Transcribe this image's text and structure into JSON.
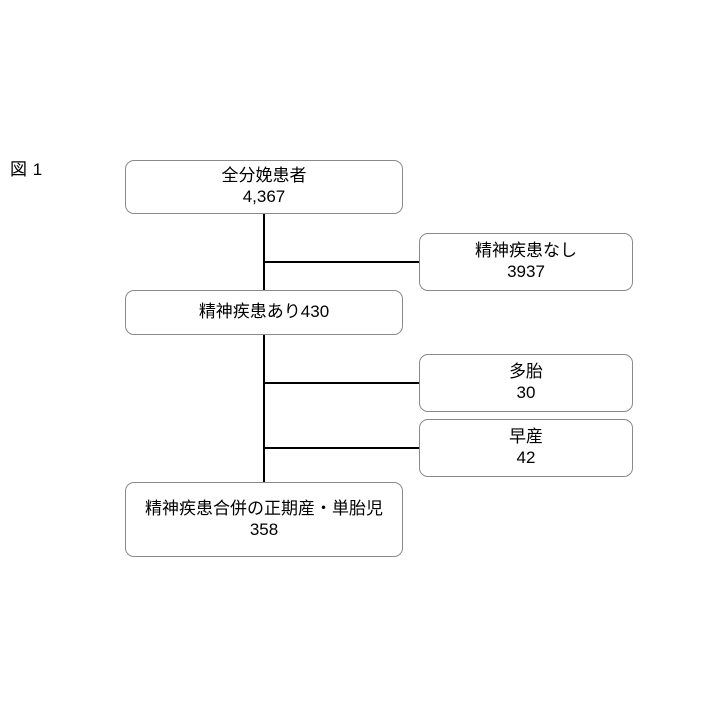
{
  "figure": {
    "label": "図 1",
    "caption_text": "図 1"
  },
  "colors": {
    "box_border": "#8a8a8a",
    "connector": "#000000",
    "text": "#000000",
    "background": "#ffffff"
  },
  "nodes": {
    "total_deliveries": {
      "title": "全分娩患者",
      "value": "4,367"
    },
    "no_psychiatric_disorder": {
      "title": "精神疾患なし",
      "value": "3937"
    },
    "with_psychiatric_disorder": {
      "title": "精神疾患あり430",
      "value": ""
    },
    "multiple_pregnancy": {
      "title": "多胎",
      "value": "30"
    },
    "preterm_birth": {
      "title": "早産",
      "value": "42"
    },
    "final_cohort": {
      "title": "精神疾患合併の正期産・単胎児",
      "value": "358"
    }
  },
  "chart_data": {
    "type": "diagram",
    "title": "図 1",
    "diagram_kind": "flowchart-exclusion-cascade",
    "orientation": "top-to-bottom with right-side exclusion branches",
    "nodes": [
      {
        "id": "total_deliveries",
        "label": "全分娩患者",
        "value": 4367,
        "value_text": "4,367",
        "column": "main",
        "order": 1
      },
      {
        "id": "no_psychiatric_disorder",
        "label": "精神疾患なし",
        "value": 3937,
        "value_text": "3937",
        "column": "branch",
        "order": 2
      },
      {
        "id": "with_psychiatric_disorder",
        "label": "精神疾患あり430",
        "value": 430,
        "value_text": "430",
        "column": "main",
        "order": 3
      },
      {
        "id": "multiple_pregnancy",
        "label": "多胎",
        "value": 30,
        "value_text": "30",
        "column": "branch",
        "order": 4
      },
      {
        "id": "preterm_birth",
        "label": "早産",
        "value": 42,
        "value_text": "42",
        "column": "branch",
        "order": 5
      },
      {
        "id": "final_cohort",
        "label": "精神疾患合併の正期産・単胎児",
        "value": 358,
        "value_text": "358",
        "column": "main",
        "order": 6
      }
    ],
    "edges": [
      {
        "from": "total_deliveries",
        "to": "no_psychiatric_disorder",
        "kind": "exclusion"
      },
      {
        "from": "total_deliveries",
        "to": "with_psychiatric_disorder",
        "kind": "flow"
      },
      {
        "from": "with_psychiatric_disorder",
        "to": "multiple_pregnancy",
        "kind": "exclusion"
      },
      {
        "from": "with_psychiatric_disorder",
        "to": "preterm_birth",
        "kind": "exclusion"
      },
      {
        "from": "with_psychiatric_disorder",
        "to": "final_cohort",
        "kind": "flow"
      }
    ]
  }
}
